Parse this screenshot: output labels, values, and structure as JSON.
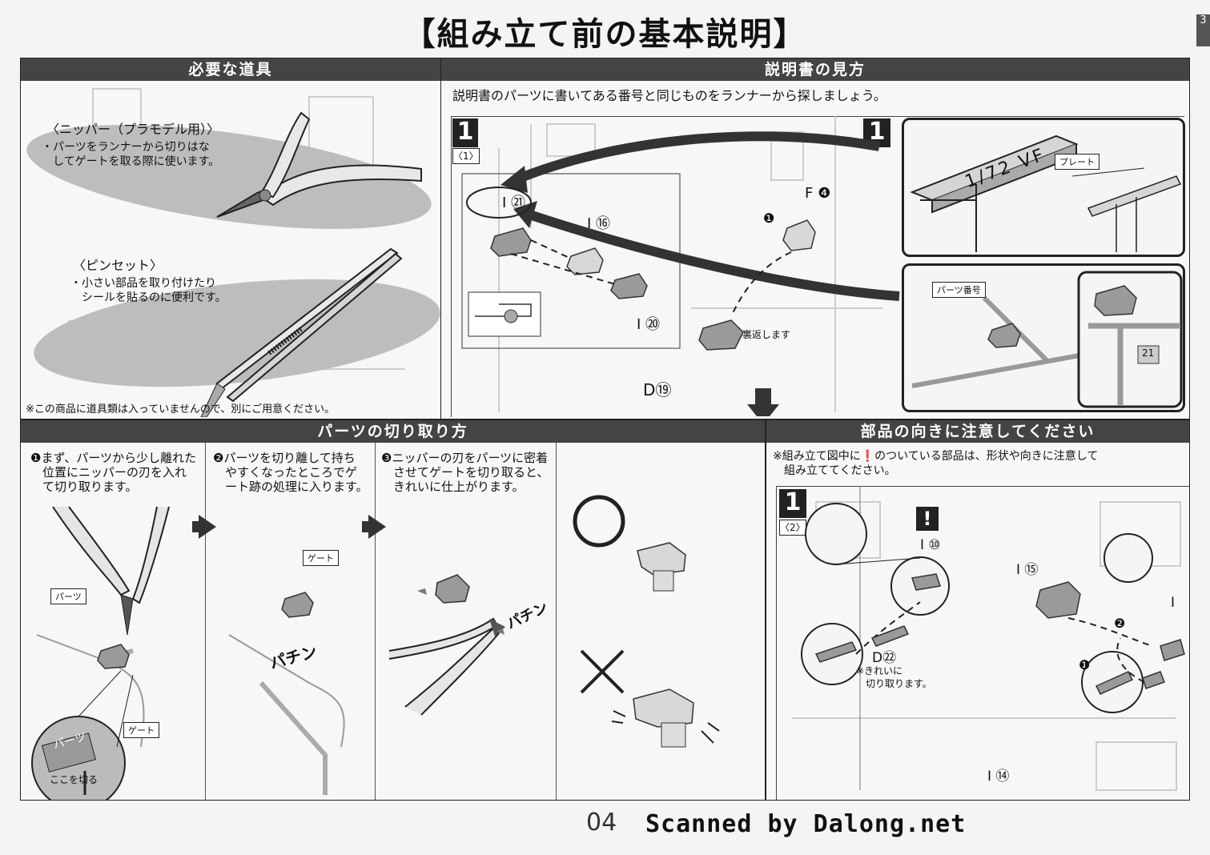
{
  "page_title": "【組み立て前の基本説明】",
  "page_tab": "3",
  "tools": {
    "header": "必要な道具",
    "nipper_title": "〈ニッパー（プラモデル用）〉",
    "nipper_desc": [
      "・パーツをランナーから切りはな",
      "　してゲートを取る際に使います。"
    ],
    "tweezers_title": "〈ピンセット〉",
    "tweezers_desc": [
      "・小さい部品を取り付けたり",
      "　シールを貼るのに便利です。"
    ],
    "note": "※この商品に道具類は入っていませんので、別にご用意ください。"
  },
  "manual": {
    "header": "説明書の見方",
    "intro": "説明書のパーツに書いてある番号と同じものをランナーから探しましょう。",
    "step_num": "1",
    "step_sub": "〈1〉",
    "step_num_right": "1",
    "parts": {
      "i21": "I ㉑",
      "i16": "I ⑯",
      "i20": "I ⑳",
      "f4": "F ❹",
      "d19": "D⑲",
      "arrow1": "❶"
    },
    "flip_note": "裏返します",
    "plate_label": "プレート",
    "plate_text": "1/72 VF",
    "part_number_label": "パーツ番号",
    "runner_tag": "21"
  },
  "cutting": {
    "header": "パーツの切り取り方",
    "step1": [
      "❶まず、パーツから少し離れた",
      "　位置にニッパーの刃を入れ",
      "　て切り取ります。"
    ],
    "step2": [
      "❷パーツを切り離して持ち",
      "　やすくなったところでゲ",
      "　ート跡の処理に入ります。"
    ],
    "step3": [
      "❸ニッパーの刃をパーツに密着",
      "　させてゲートを切り取ると、",
      "　きれいに仕上がります。"
    ],
    "label_parts": "パーツ",
    "label_gate": "ゲート",
    "label_gate2": "ゲート",
    "cut_here": "ここを切る",
    "zoom_parts": "パーツ",
    "sfx_pachin": "パチン",
    "sfx_pachin2": "パチン",
    "good_mark": "○",
    "bad_mark": "×"
  },
  "orientation": {
    "header": "部品の向きに注意してください",
    "note": [
      "※組み立て図中に❗のついている部品は、形状や向きに注意して",
      "　組み立ててください。"
    ],
    "step_num": "1",
    "step_sub": "〈2〉",
    "warn": "!",
    "parts": {
      "i10": "I ⑩",
      "d22": "D㉒",
      "i15": "I ⑮",
      "i": "I",
      "i14": "I ⑭",
      "a1": "❶",
      "a2": "❷"
    },
    "clean_cut": [
      "※きれいに",
      "　切り取ります。"
    ]
  },
  "footer": {
    "page_number": "04",
    "credit": "Scanned by Dalong.net"
  }
}
